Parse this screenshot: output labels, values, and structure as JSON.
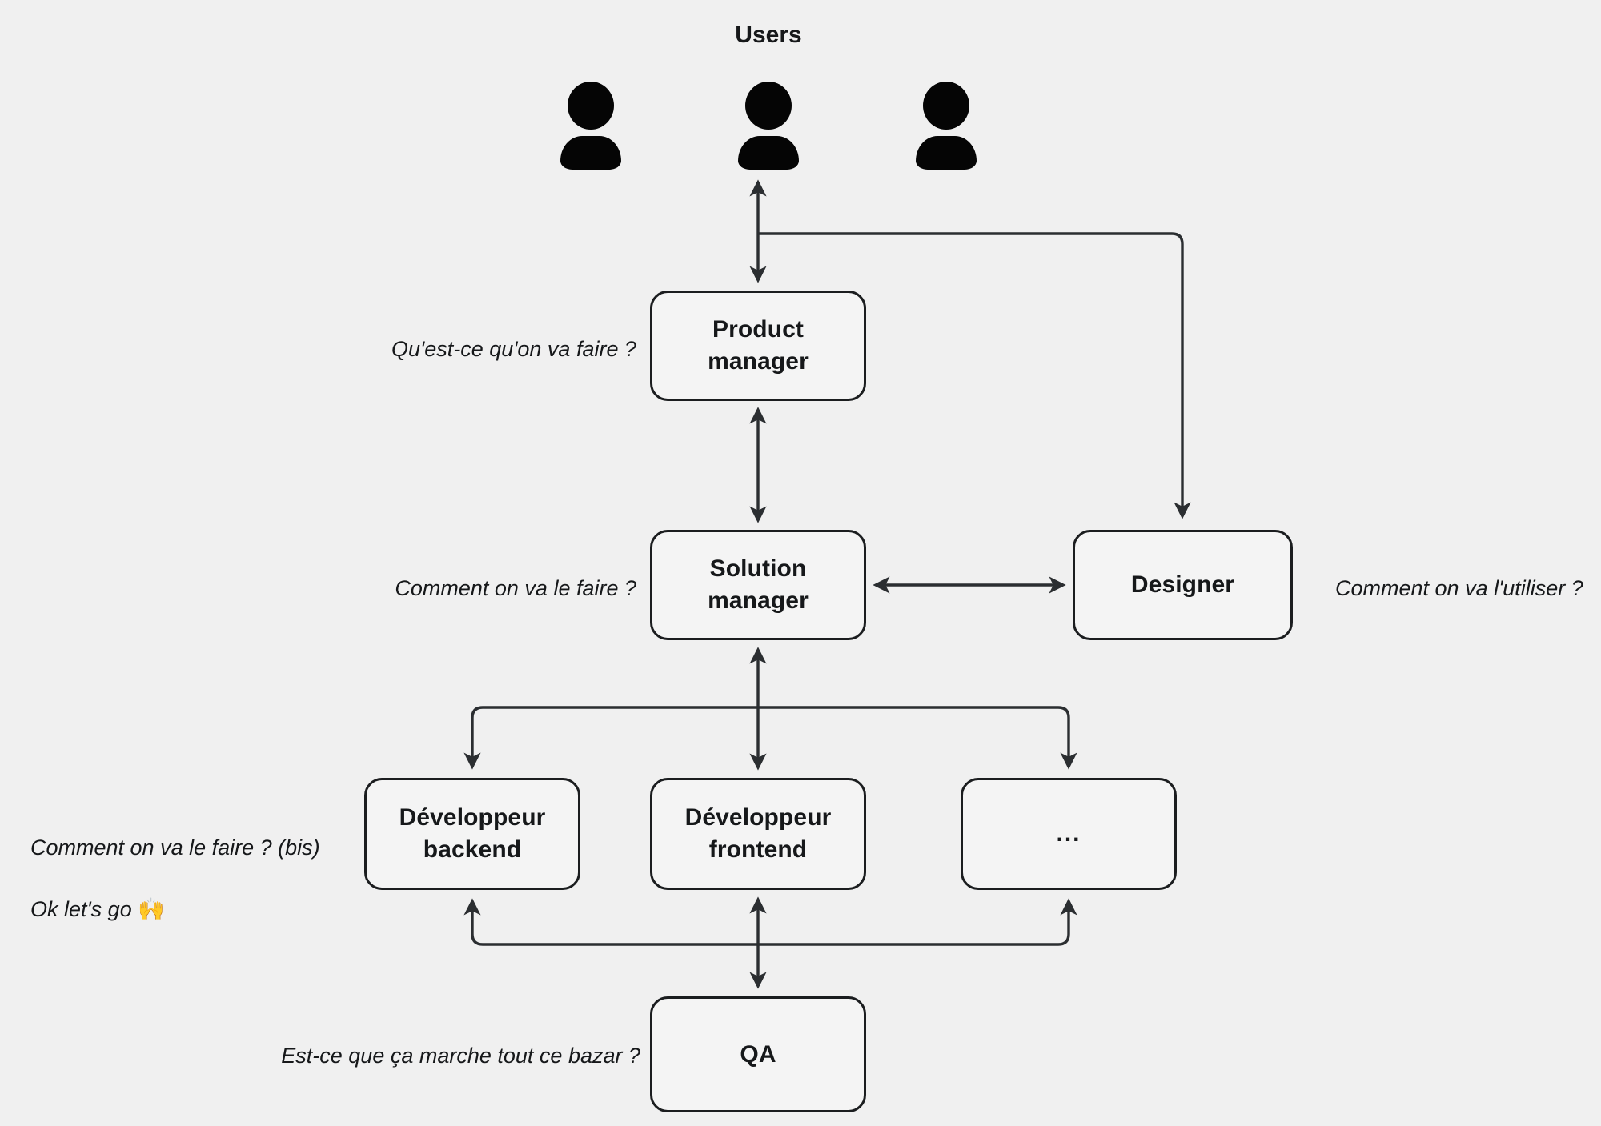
{
  "diagram": {
    "title": "Users",
    "background_color": "#f0f0f0",
    "node_fill_color": "#f4f4f4",
    "stroke_color": "#1b1d1f"
  },
  "users_group": {
    "label": "Users",
    "icon_count": 3,
    "icon_name": "person-icon"
  },
  "nodes": {
    "product_manager": {
      "label": "Product manager"
    },
    "solution_manager": {
      "label": "Solution manager"
    },
    "designer": {
      "label": "Designer"
    },
    "dev_backend": {
      "label": "Développeur\nbackend"
    },
    "dev_frontend": {
      "label": "Développeur\nfrontend"
    },
    "dev_other": {
      "label": "..."
    },
    "qa": {
      "label": "QA"
    }
  },
  "notes": {
    "product_manager": "Qu'est-ce qu'on va faire ?",
    "solution_manager": "Comment on va le faire ?",
    "designer": "Comment on va l'utiliser ?",
    "developers_line1": "Comment on va le faire ? (bis)",
    "developers_line2": "Ok let's go ",
    "developers_emoji": "🙌",
    "qa": "Est-ce que ça marche tout ce bazar ?"
  },
  "edges": [
    {
      "from": "users",
      "to": "product_manager",
      "direction": "bidirectional"
    },
    {
      "from": "users",
      "to": "designer",
      "direction": "down"
    },
    {
      "from": "product_manager",
      "to": "solution_manager",
      "direction": "bidirectional"
    },
    {
      "from": "solution_manager",
      "to": "designer",
      "direction": "bidirectional"
    },
    {
      "from": "solution_manager",
      "to": "dev_backend",
      "direction": "down"
    },
    {
      "from": "solution_manager",
      "to": "dev_frontend",
      "direction": "bidirectional"
    },
    {
      "from": "solution_manager",
      "to": "dev_other",
      "direction": "down"
    },
    {
      "from": "qa",
      "to": "dev_backend",
      "direction": "up"
    },
    {
      "from": "qa",
      "to": "dev_frontend",
      "direction": "bidirectional"
    },
    {
      "from": "qa",
      "to": "dev_other",
      "direction": "up"
    }
  ]
}
